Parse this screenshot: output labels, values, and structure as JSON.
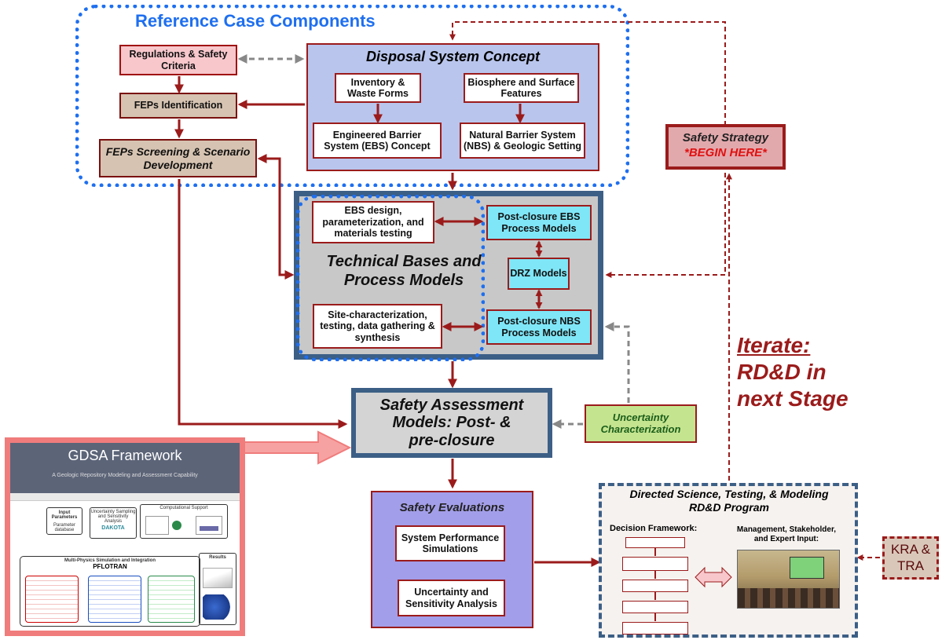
{
  "reference_case": {
    "title": "Reference Case Components"
  },
  "boxes": {
    "regulations": "Regulations & Safety Criteria",
    "feps_identification": "FEPs Identification",
    "feps_screening": "FEPs Screening & Scenario Development",
    "disposal_system_concept": "Disposal System Concept",
    "inventory": "Inventory & Waste Forms",
    "biosphere": "Biosphere and Surface Features",
    "ebs_concept": "Engineered Barrier System (EBS) Concept",
    "nbs_setting": "Natural Barrier System (NBS) & Geologic Setting",
    "ebs_design": "EBS design, parameterization, and materials testing",
    "technical_bases": "Technical Bases and Process Models",
    "site_characterization": "Site-characterization, testing, data gathering & synthesis",
    "post_closure_ebs": "Post-closure EBS Process Models",
    "drz_models": "DRZ Models",
    "post_closure_nbs": "Post-closure NBS Process Models",
    "safety_assessment": "Safety Assessment Models: Post- & pre-closure",
    "uncertainty_characterization": "Uncertainty Characterization",
    "safety_evaluations": "Safety Evaluations",
    "system_performance": "System Performance Simulations",
    "uncertainty_sensitivity": "Uncertainty and Sensitivity Analysis",
    "safety_strategy": "Safety Strategy",
    "begin_here": "*BEGIN HERE*",
    "iterate_word": "Iterate:",
    "iterate_rest": "RD&D in next Stage",
    "directed_science": "Directed Science, Testing, & Modeling RD&D Program",
    "decision_framework": "Decision Framework:",
    "management_input": "Management, Stakeholder, and Expert Input:",
    "kra_tra": "KRA & TRA"
  },
  "gdsa": {
    "title": "GDSA Framework",
    "subtitle": "A Geologic Repository Modeling and Assessment Capability",
    "pflotran_heading": "Multi-Physics Simulation and Integration",
    "pflotran": "PFLOTRAN",
    "input_parameters": "Input Parameters",
    "parameter_database": "Parameter database",
    "uncertainty_sampling": "Uncertainty Sampling and Sensitivity Analysis",
    "dakota": "DAKOTA",
    "computational_support": "Computational Support",
    "results": "Results"
  },
  "colors": {
    "dark_red": "#9b1b1b",
    "blue_dotted": "#1e6ff0",
    "steel_blue": "#3c5f86",
    "salmon": "#f07c7c"
  }
}
